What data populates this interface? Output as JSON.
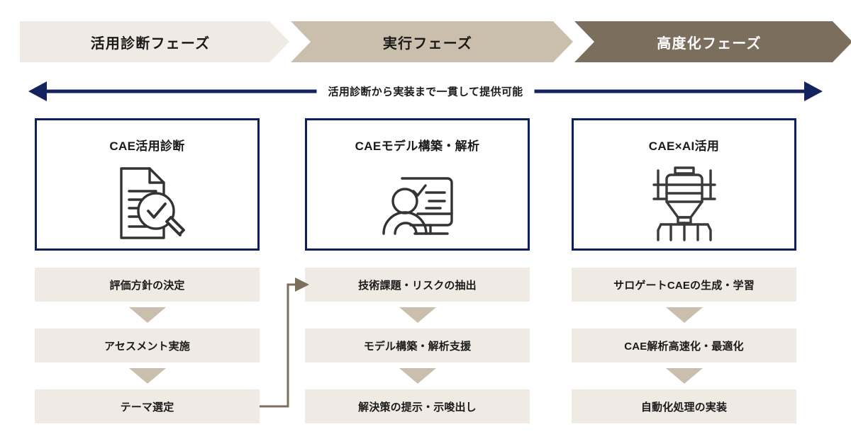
{
  "diagram": {
    "title_caption": "活用診断から実装まで一貫して提供可能",
    "colors": {
      "phase_light": "#efeae3",
      "phase_mid": "#c9bfac",
      "phase_dark": "#7b6e5c",
      "card_border_navy": "#0b1f5c",
      "connector_brown": "#7b6e5c",
      "step_box_bg": "#efeae3",
      "text_dark": "#1a1a1a",
      "text_on_dark": "#ffffff"
    },
    "phases": [
      {
        "label": "活用診断フェーズ",
        "tone": "light"
      },
      {
        "label": "実行フェーズ",
        "tone": "mid"
      },
      {
        "label": "高度化フェーズ",
        "tone": "dark"
      }
    ],
    "cards": [
      {
        "title": "CAE活用診断",
        "icon": "document-magnifier-check-icon"
      },
      {
        "title": "CAEモデル構築・解析",
        "icon": "person-monitor-check-icon"
      },
      {
        "title": "CAE×AI活用",
        "icon": "machine-robot-icon"
      }
    ],
    "columns": [
      {
        "steps": [
          "評価方針の決定",
          "アセスメント実施",
          "テーマ選定"
        ]
      },
      {
        "steps": [
          "技術課題・リスクの抽出",
          "モデル構築・解析支援",
          "解決策の提示・示唆出し"
        ]
      },
      {
        "steps": [
          "サロゲートCAEの生成・学習",
          "CAE解析高速化・最適化",
          "自動化処理の実装"
        ]
      }
    ],
    "connectors": {
      "span_arrow": "bidirectional-horizontal-arrow",
      "cross_column": "theme-selection-to-technical-issues-arrow",
      "step_down": "down-triangle-arrow"
    }
  }
}
